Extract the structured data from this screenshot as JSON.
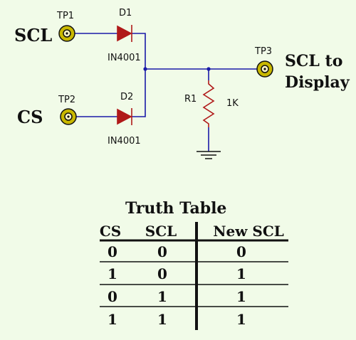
{
  "schematic": {
    "inputs": [
      {
        "signal": "SCL",
        "test_point": "TP1",
        "diode": "D1",
        "diode_part": "IN4001"
      },
      {
        "signal": "CS",
        "test_point": "TP2",
        "diode": "D2",
        "diode_part": "IN4001"
      }
    ],
    "output": {
      "test_point": "TP3",
      "label_line1": "SCL to",
      "label_line2": "Display"
    },
    "resistor": {
      "ref": "R1",
      "value": "1K"
    },
    "colors": {
      "wire": "#1a1aa8",
      "component": "#b01919",
      "pad_ring": "#c9b800",
      "background": "#f1fbe8"
    }
  },
  "truth_table": {
    "title": "Truth Table",
    "headers": [
      "CS",
      "SCL",
      "New SCL"
    ],
    "rows": [
      [
        "0",
        "0",
        "0"
      ],
      [
        "1",
        "0",
        "1"
      ],
      [
        "0",
        "1",
        "1"
      ],
      [
        "1",
        "1",
        "1"
      ]
    ]
  }
}
